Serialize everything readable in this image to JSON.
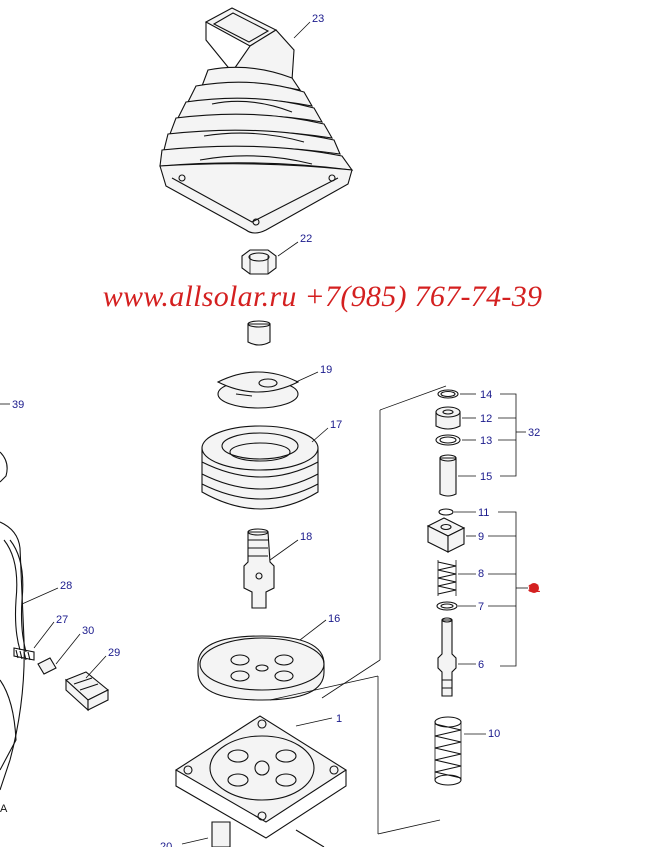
{
  "watermark": "www.allsolar.ru +7(985) 767-74-39",
  "callouts": {
    "c23": "23",
    "c22": "22",
    "c19": "19",
    "c17": "17",
    "c18": "18",
    "c16": "16",
    "c1": "1",
    "c39": "39",
    "c28": "28",
    "c27": "27",
    "c30": "30",
    "c29": "29",
    "c14": "14",
    "c12": "12",
    "c13": "13",
    "c15": "15",
    "c32": "32",
    "c11": "11",
    "c9": "9",
    "c8": "8",
    "c7": "7",
    "c6": "6",
    "c10": "10",
    "c31": "31",
    "cA": "A",
    "c20": "20"
  },
  "colors": {
    "callout": "#1a1a8c",
    "watermark": "#d42020",
    "line": "#111111"
  }
}
